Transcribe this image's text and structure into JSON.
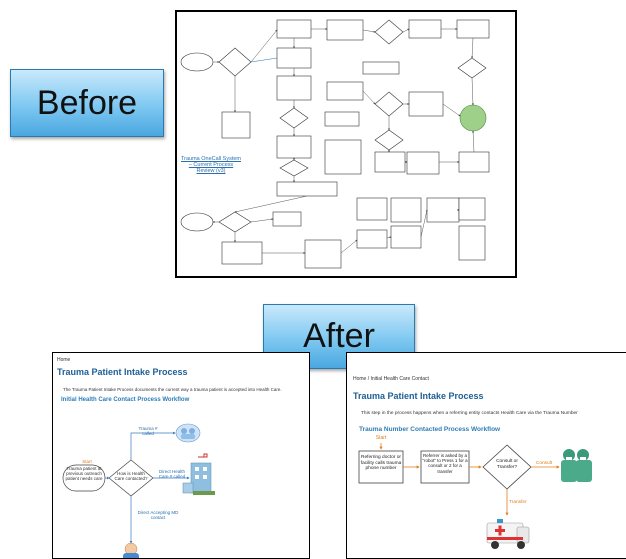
{
  "labels": {
    "before": "Before",
    "after": "After"
  },
  "before_chart": {
    "doc_link": "Trauma OneCall System – Current Process Review (v3)"
  },
  "after_left": {
    "breadcrumb": "Home",
    "title": "Trauma Patient Intake Process",
    "intro": "The Trauma Patient Intake Process documents the current way a trauma patient is accepted into Health Care.",
    "workflow_title": "Initial Health Care Contact Process Workflow",
    "start_label": "Start",
    "start_text": "Trauma patient at previous outreach patient needs care",
    "decision_text": "How is Health Care contacted?",
    "trauma_label": "Trauma # called",
    "direct_label": "Direct Health Care # called",
    "accept_label": "Direct Accepting MD contact"
  },
  "after_right": {
    "breadcrumb": "Home / Initial Health Care Contact",
    "title": "Trauma Patient Intake Process",
    "intro": "This step in the process happens when a referring entity contacts Health Care via the Trauma Number",
    "workflow_title": "Trauma Number Contacted Process Workflow",
    "start_label": "Start",
    "box1": "Referring doctor or facility calls trauma phone number",
    "box2": "Referrer is asked by a \"robot\" to Press 1 for a consult or 2 for a transfer",
    "decision": "Consult or Transfer?",
    "consult_label": "Consult",
    "transfer_label": "Transfer"
  },
  "colors": {
    "accent": "#1d5f95",
    "orange": "#e0801a",
    "green": "#9ed08a",
    "blue_link": "#2a70b0"
  }
}
